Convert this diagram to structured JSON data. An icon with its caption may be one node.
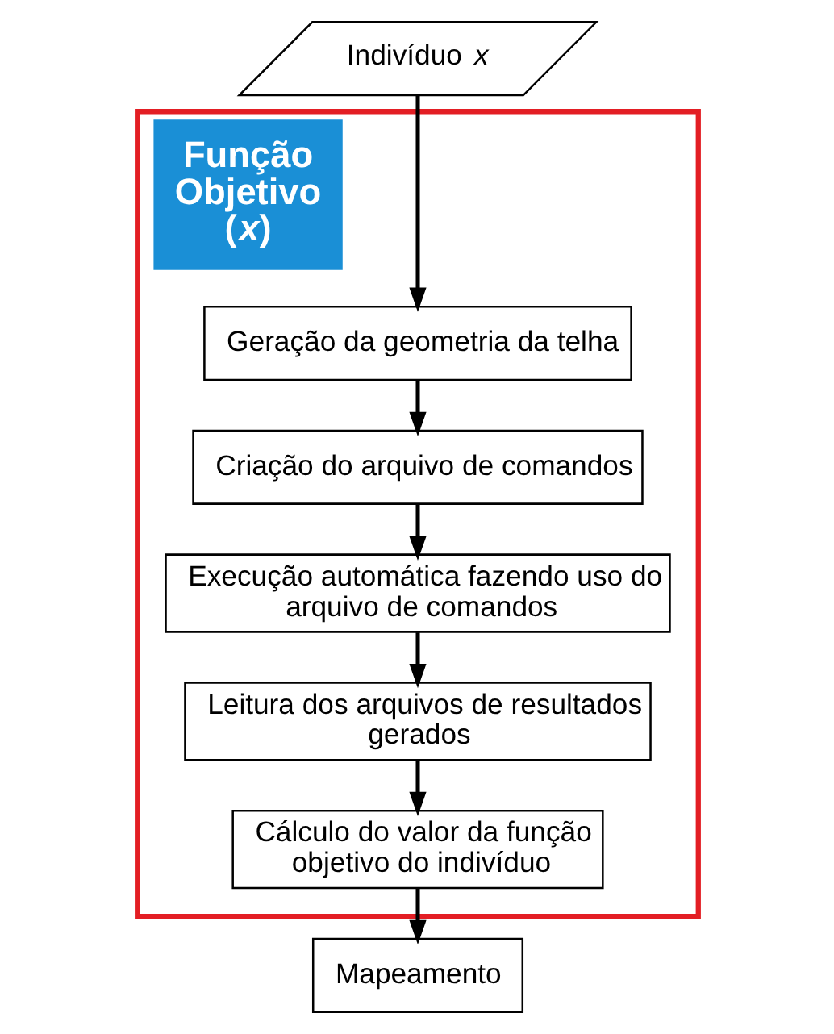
{
  "diagram": {
    "nodes": [
      {
        "text": [
          "Indivíduo *x*"
        ]
      },
      {
        "text": [
          "Função Objetivo (*x*)"
        ]
      },
      {
        "text": [
          "Geração da geometria da telha"
        ],
        "in": 1
      },
      {
        "text": [
          "Criação do arquivo de comandos"
        ],
        "in": 1
      },
      {
        "text": [
          "Execução automática fazendo uso do arquivo de comandos"
        ],
        "in": 1
      },
      {
        "text": [
          "Leitura dos arquivos de resultados gerados"
        ],
        "in": 1
      },
      {
        "text": [
          "Cálculo do valor da função objetivo do indivíduo"
        ],
        "in": 1
      },
      {
        "text": [
          "Mapeamento"
        ]
      }
    ],
    "edges": [
      {
        "from": 0,
        "to": 2,
        "arrow": "to"
      },
      {
        "from": 2,
        "to": 3,
        "arrow": "to"
      },
      {
        "from": 3,
        "to": 4,
        "arrow": "to"
      },
      {
        "from": 4,
        "to": 5,
        "arrow": "to"
      },
      {
        "from": 5,
        "to": 6,
        "arrow": "to"
      },
      {
        "from": 6,
        "to": 7,
        "arrow": "to"
      }
    ]
  }
}
